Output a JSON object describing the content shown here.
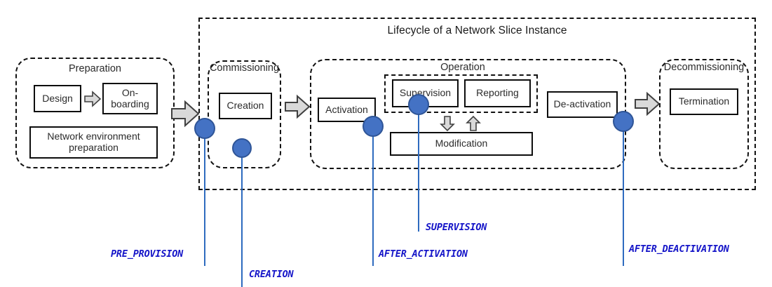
{
  "diagram": {
    "title": "Lifecycle of a Network Slice Instance",
    "outer_group_name": "lifecycle-of-a-network-slice-instance"
  },
  "phases": {
    "preparation": {
      "title": "Preparation",
      "boxes": {
        "design": "Design",
        "onboarding": "On-\nboarding",
        "onboarding_line1": "On-",
        "onboarding_line2": "boarding",
        "network_env_line1": "Network environment",
        "network_env_line2": "preparation"
      }
    },
    "commissioning": {
      "title": "Commissioning",
      "boxes": {
        "creation": "Creation"
      }
    },
    "operation": {
      "title": "Operation",
      "boxes": {
        "activation": "Activation",
        "supervision": "Supervision",
        "reporting": "Reporting",
        "modification": "Modification",
        "deactivation": "De-activation"
      }
    },
    "decommissioning": {
      "title": "Decommissioning",
      "boxes": {
        "termination": "Termination"
      }
    }
  },
  "markers": [
    {
      "id": "pre-provision",
      "label": "PRE_PROVISION"
    },
    {
      "id": "creation",
      "label": "CREATION"
    },
    {
      "id": "after-activation",
      "label": "AFTER_ACTIVATION"
    },
    {
      "id": "supervision",
      "label": "SUPERVISION"
    },
    {
      "id": "after-deactivation",
      "label": "AFTER_DEACTIVATION"
    }
  ],
  "colors": {
    "marker_fill": "#4472C4",
    "marker_stroke": "#2F5597",
    "leader_line": "#2E6BBF",
    "tag_text": "#1414C8",
    "arrow_fill": "#D9D9D9",
    "arrow_stroke": "#404040",
    "box_stroke": "#0D0D0D",
    "dashed_stroke": "#111111"
  },
  "icons": {
    "flow_arrow_right": "block-arrow-right-icon",
    "flow_arrow_down": "block-arrow-down-icon",
    "flow_arrow_up": "block-arrow-up-icon"
  }
}
